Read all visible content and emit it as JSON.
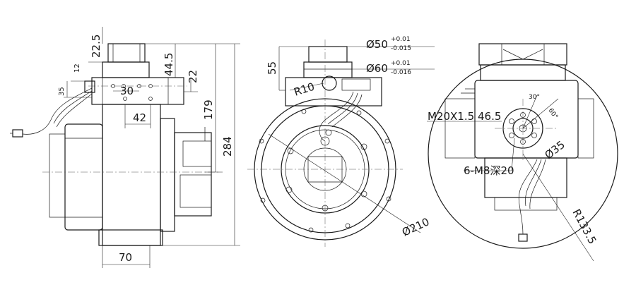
{
  "views": {
    "side": {
      "dims": {
        "d22_5": "22.5",
        "d12": "12",
        "d35": "35",
        "d30": "30",
        "d44_5": "44.5",
        "d22": "22",
        "d42": "42",
        "d179": "179",
        "d284": "284",
        "d70": "70"
      }
    },
    "front": {
      "dims": {
        "d55": "55",
        "phi50": "Ø50",
        "phi50_tol_up": "+0.01",
        "phi50_tol_dn": "-0.015",
        "phi60": "Ø60",
        "phi60_tol_up": "+0.01",
        "phi60_tol_dn": "-0.016",
        "r10": "R10",
        "phi210": "Ø210"
      }
    },
    "detail": {
      "dims": {
        "angle30": "30°",
        "angle60": "60°",
        "thread": "M20X1.5",
        "d46_5": "46.5",
        "phi35": "Ø35",
        "holes": "6-M8深20",
        "r133_5": "R133.5"
      }
    }
  }
}
